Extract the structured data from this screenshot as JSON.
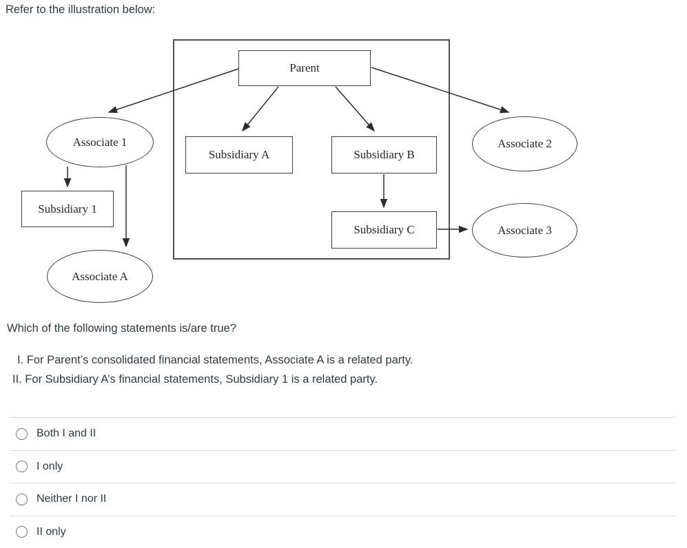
{
  "intro": "Refer to the illustration below:",
  "diagram": {
    "parent": "Parent",
    "subsidiary_a": "Subsidiary A",
    "subsidiary_b": "Subsidiary B",
    "subsidiary_c": "Subsidiary C",
    "subsidiary_1": "Subsidiary 1",
    "associate_1": "Associate 1",
    "associate_2": "Associate 2",
    "associate_3": "Associate 3",
    "associate_a": "Associate A"
  },
  "question": {
    "prompt": "Which of the following statements is/are true?",
    "statements": [
      "I. For Parent’s consolidated financial statements, Associate A is a related party.",
      "II. For Subsidiary A’s financial statements, Subsidiary 1 is a related party."
    ]
  },
  "options": [
    {
      "label": "Both I and II"
    },
    {
      "label": "I only"
    },
    {
      "label": "Neither I nor II"
    },
    {
      "label": "II only"
    }
  ],
  "colors": {
    "text": "#2d3b45",
    "diagram_line": "#2c2c2c",
    "divider": "#d9d9d9",
    "radio_border": "#7b7b7b"
  }
}
